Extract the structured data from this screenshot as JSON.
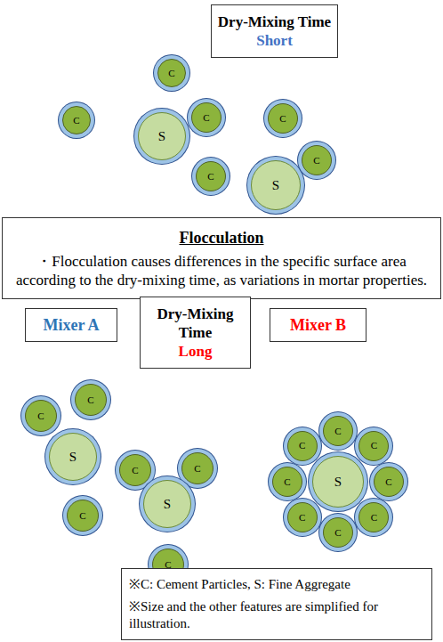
{
  "diagram": {
    "nodes": [
      {
        "text": [
          "Dry-Mixing Time",
          "Short"
        ]
      },
      {
        "text": [
          "C"
        ]
      },
      {
        "text": [
          "C"
        ]
      },
      {
        "text": [
          "S"
        ]
      },
      {
        "text": [
          "C"
        ]
      },
      {
        "text": [
          "C"
        ]
      },
      {
        "text": [
          "C"
        ]
      },
      {
        "text": [
          "S"
        ]
      },
      {
        "text": [
          "C"
        ]
      },
      {
        "text": [
          "Flocculation",
          "・Flocculation causes differences in the specific surface area according to the dry-mixing time, as variations in mortar properties."
        ]
      },
      {
        "text": [
          "Mixer A"
        ]
      },
      {
        "text": [
          "Dry-Mixing Time",
          "Long"
        ]
      },
      {
        "text": [
          "Mixer B"
        ]
      },
      {
        "text": [
          "C"
        ]
      },
      {
        "text": [
          "C"
        ]
      },
      {
        "text": [
          "S"
        ]
      },
      {
        "text": [
          "C"
        ]
      },
      {
        "text": [
          "C"
        ]
      },
      {
        "text": [
          "C"
        ]
      },
      {
        "text": [
          "S"
        ]
      },
      {
        "text": [
          "C"
        ]
      },
      {
        "text": [
          "S"
        ]
      },
      {
        "text": [
          "C"
        ]
      },
      {
        "text": [
          "C"
        ]
      },
      {
        "text": [
          "C"
        ]
      },
      {
        "text": [
          "C"
        ]
      },
      {
        "text": [
          "C"
        ]
      },
      {
        "text": [
          "C"
        ]
      },
      {
        "text": [
          "C"
        ]
      },
      {
        "text": [
          "C"
        ]
      },
      {
        "text": [
          "※C: Cement Particles, S: Fine Aggregate",
          "※Size and the other features are simplified for illustration."
        ]
      }
    ]
  }
}
